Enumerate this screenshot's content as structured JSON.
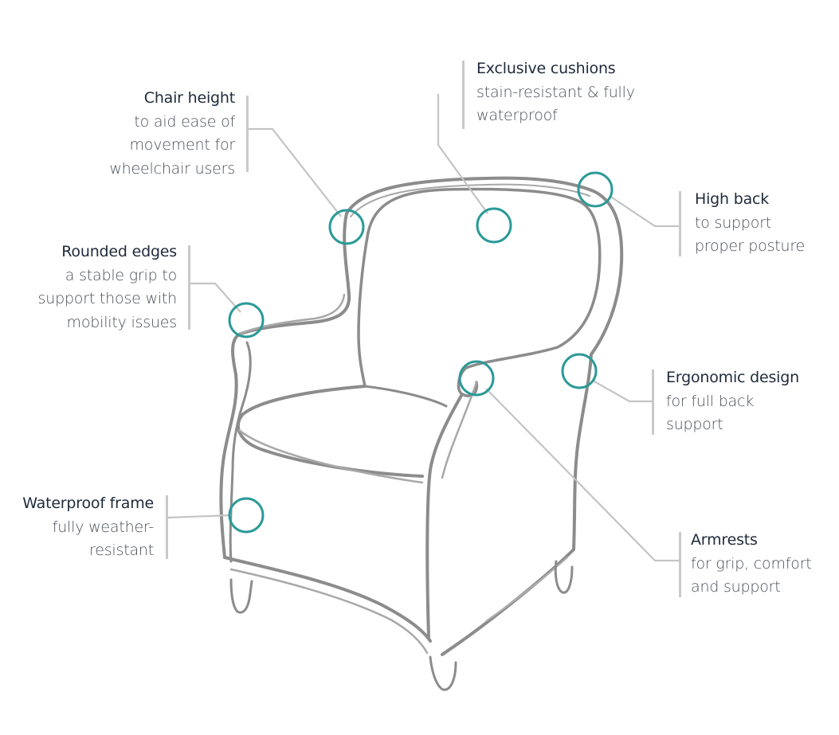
{
  "colors": {
    "hotspot": "#2b9a98",
    "leader": "#c4c4c4",
    "sketch": "#8a8a8a",
    "title": "#1f2a3a",
    "text": "#4a4f57"
  },
  "callouts": [
    {
      "id": "chair-height",
      "title": "Chair height",
      "desc": "to aid ease of\nmovement for\nwheelchair users"
    },
    {
      "id": "exclusive-cushions",
      "title": "Exclusive cushions",
      "desc": "stain-resistant & fully\nwaterproof"
    },
    {
      "id": "high-back",
      "title": "High back",
      "desc": "to support\nproper posture"
    },
    {
      "id": "rounded-edges",
      "title": "Rounded edges",
      "desc": "a stable grip to\nsupport those with\nmobility issues"
    },
    {
      "id": "ergonomic-design",
      "title": "Ergonomic design",
      "desc": "for full back\nsupport"
    },
    {
      "id": "waterproof-frame",
      "title": "Waterproof frame",
      "desc": "fully weather-\nresistant"
    },
    {
      "id": "armrests",
      "title": "Armrests",
      "desc": "for grip, comfort\nand support"
    }
  ]
}
